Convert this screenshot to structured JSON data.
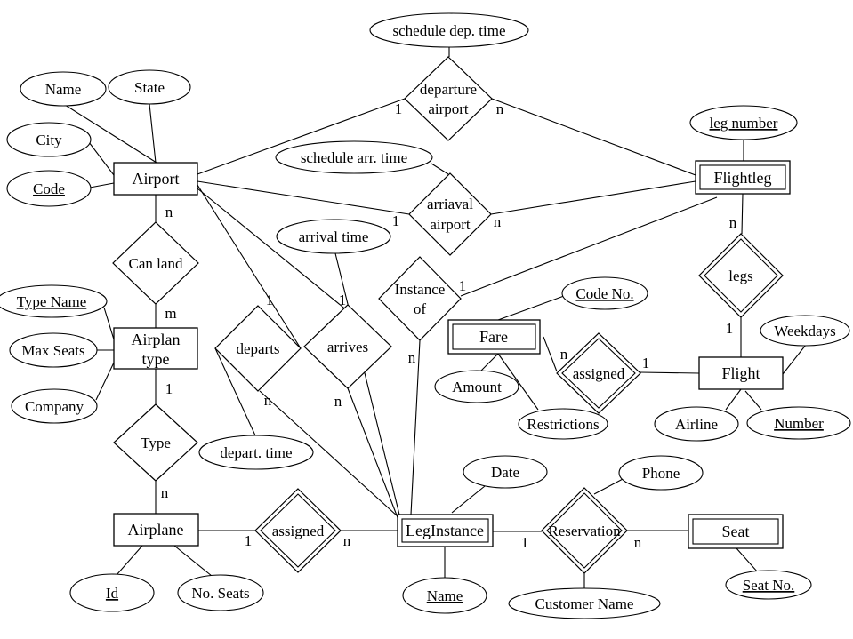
{
  "diagram": {
    "kind": "entity-relationship-diagram"
  },
  "colors": {
    "ink": "#000000",
    "background": "#ffffff"
  },
  "entities": {
    "airport": {
      "label": "Airport",
      "weak": false
    },
    "flightleg": {
      "label": "Flightleg",
      "weak": true
    },
    "airplan_type": {
      "label": "Airplan type",
      "line1": "Airplan",
      "line2": "type",
      "weak": false
    },
    "airplane": {
      "label": "Airplane",
      "weak": false
    },
    "leginstance": {
      "label": "LegInstance",
      "weak": true
    },
    "fare": {
      "label": "Fare",
      "weak": true
    },
    "flight": {
      "label": "Flight",
      "weak": false
    },
    "seat": {
      "label": "Seat",
      "weak": true
    }
  },
  "relationships": {
    "departure_airport": {
      "label": "departure airport",
      "line1": "departure",
      "line2": "airport",
      "identifying": false
    },
    "arriaval_airport": {
      "label": "arriaval airport",
      "line1": "arriaval",
      "line2": "airport",
      "identifying": false
    },
    "can_land": {
      "label": "Can land",
      "identifying": false
    },
    "type": {
      "label": "Type",
      "identifying": false
    },
    "departs": {
      "label": "departs",
      "identifying": false
    },
    "arrives": {
      "label": "arrives",
      "identifying": false
    },
    "instance_of": {
      "label": "Instance of",
      "line1": "Instance",
      "line2": "of",
      "identifying": false
    },
    "legs": {
      "label": "legs",
      "identifying": true
    },
    "assigned_fare": {
      "label": "assigned",
      "identifying": true
    },
    "assigned_airplane": {
      "label": "assigned",
      "identifying": true
    },
    "reservation": {
      "label": "Reservation",
      "identifying": true
    }
  },
  "attributes": {
    "airport_name": {
      "label": "Name",
      "key": false
    },
    "airport_state": {
      "label": "State",
      "key": false
    },
    "airport_city": {
      "label": "City",
      "key": false
    },
    "airport_code": {
      "label": "Code",
      "key": true
    },
    "schedule_dep_time": {
      "label": "schedule dep. time",
      "key": false
    },
    "schedule_arr_time": {
      "label": "schedule arr. time",
      "key": false
    },
    "leg_number": {
      "label": "leg number",
      "key": true
    },
    "arrival_time": {
      "label": "arrival time",
      "key": false
    },
    "type_name": {
      "label": "Type Name",
      "key": true
    },
    "max_seats": {
      "label": "Max Seats",
      "key": false
    },
    "company": {
      "label": "Company",
      "key": false
    },
    "depart_time": {
      "label": "depart. time",
      "key": false
    },
    "airplane_id": {
      "label": "Id",
      "key": true
    },
    "no_seats": {
      "label": "No. Seats",
      "key": false
    },
    "date": {
      "label": "Date",
      "key": false
    },
    "leginstance_name": {
      "label": "Name",
      "key": true
    },
    "customer_name": {
      "label": "Customer Name",
      "key": false
    },
    "phone": {
      "label": "Phone",
      "key": false
    },
    "seat_no": {
      "label": "Seat No.",
      "key": true
    },
    "weekdays": {
      "label": "Weekdays",
      "key": false
    },
    "code_no": {
      "label": "Code No.",
      "key": true
    },
    "amount": {
      "label": "Amount",
      "key": false
    },
    "restrictions": {
      "label": "Restrictions",
      "key": false
    },
    "airline": {
      "label": "Airline",
      "key": false
    },
    "flight_number": {
      "label": "Number",
      "key": true
    }
  },
  "cardinalities": {
    "airport_canland": "n",
    "canland_airplantype": "m",
    "airplantype_type": "1",
    "type_airplane": "n",
    "depairport_airport": "1",
    "depairport_flightleg": "n",
    "arrairport_airport": "1",
    "arrairport_flightleg": "n",
    "departs_airport": "1",
    "arrives_airport": "1",
    "departs_leginstance": "n",
    "arrives_leginstance": "n",
    "instanceof_flightleg": "1",
    "instanceof_leginstance": "n",
    "flightleg_legs": "n",
    "legs_flight": "1",
    "fare_assigned": "n",
    "assigned_flight": "1",
    "airplane_assigned": "1",
    "assigned_leginstance": "n",
    "leginstance_reservation": "1",
    "reservation_seat": "n"
  }
}
